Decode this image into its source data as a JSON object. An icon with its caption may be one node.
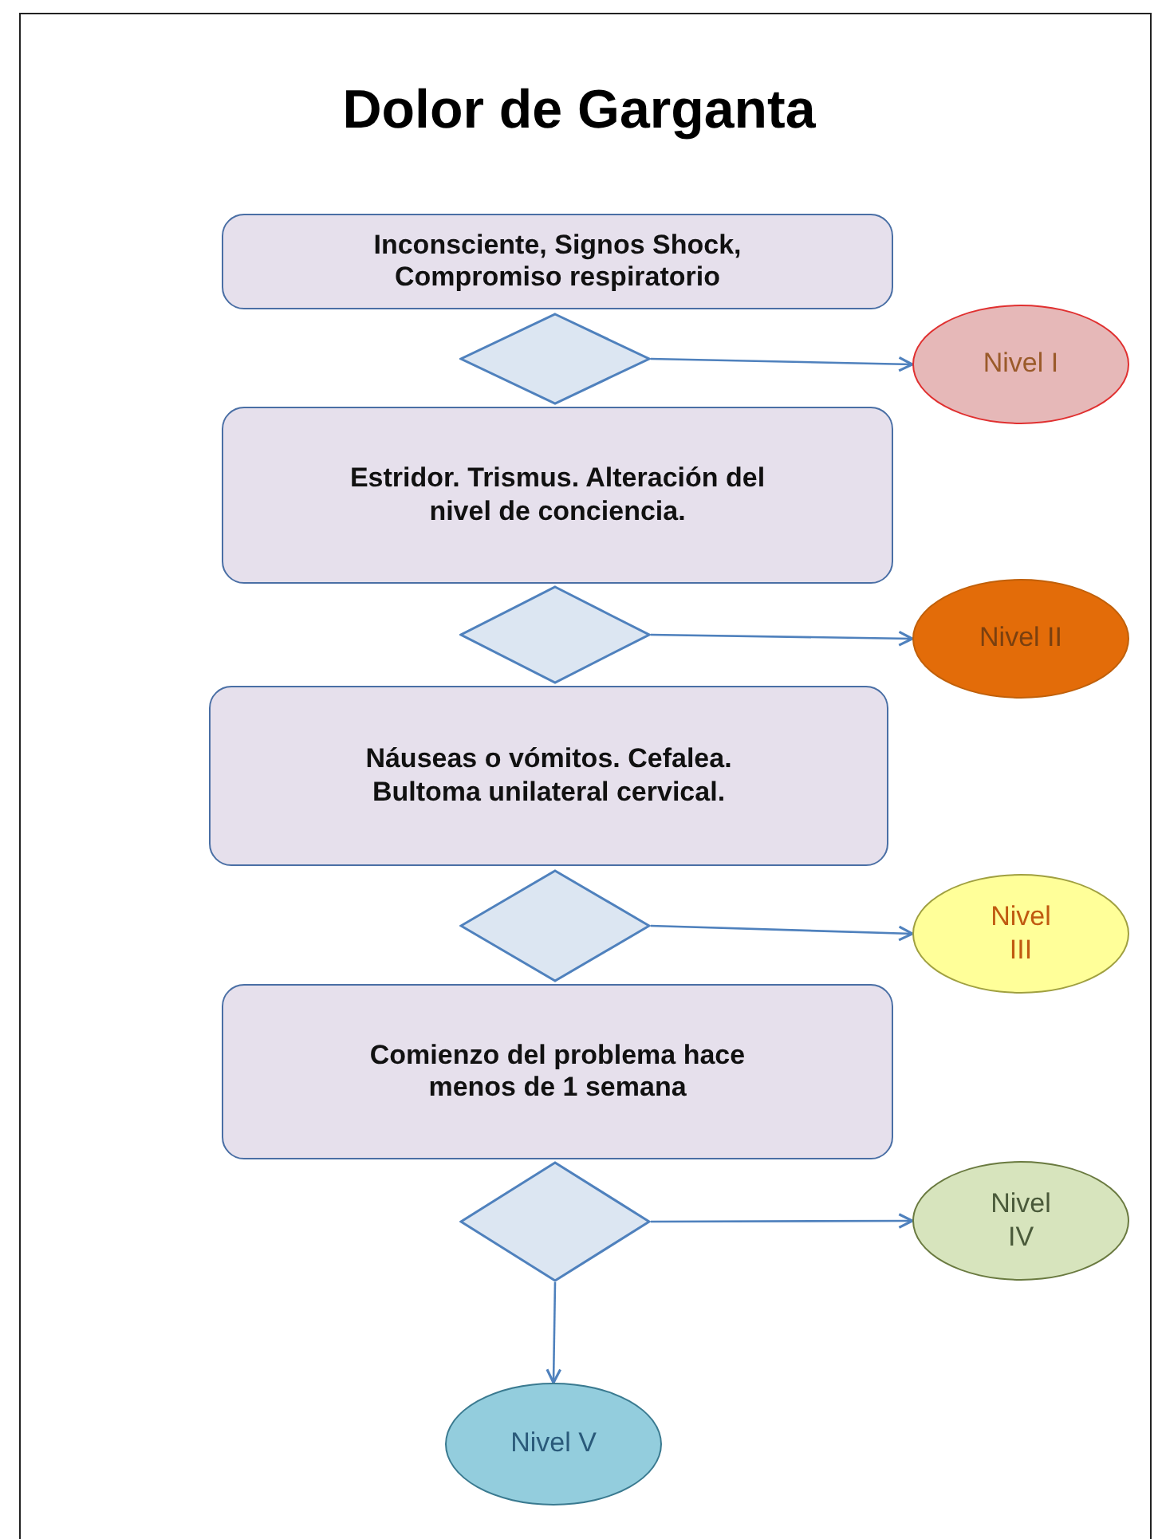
{
  "diagram": {
    "title": "Dolor de Garganta",
    "nodes": [
      {
        "text": [
          "Inconsciente, Signos Shock, Compromiso respiratorio"
        ]
      },
      {
        "text": [],
        "shape": "diamond"
      },
      {
        "text": [
          "Nivel I"
        ]
      },
      {
        "text": [
          "Estridor. Trismus. Alteración del nivel de conciencia."
        ]
      },
      {
        "text": [],
        "shape": "diamond"
      },
      {
        "text": [
          "Nivel II"
        ]
      },
      {
        "text": [
          "Náuseas o vómitos. Cefalea. Bultoma unilateral cervical."
        ]
      },
      {
        "text": [],
        "shape": "diamond"
      },
      {
        "text": [
          "Nivel III"
        ]
      },
      {
        "text": [
          "Comienzo del problema hace menos de 1 semana"
        ]
      },
      {
        "text": [],
        "shape": "diamond"
      },
      {
        "text": [
          "Nivel IV"
        ]
      },
      {
        "text": [
          "Nivel V"
        ]
      }
    ],
    "edges": [
      {
        "from": 1,
        "to": 2,
        "arrow": "to"
      },
      {
        "from": 4,
        "to": 5,
        "arrow": "to"
      },
      {
        "from": 7,
        "to": 8,
        "arrow": "to"
      },
      {
        "from": 10,
        "to": 11,
        "arrow": "to"
      },
      {
        "from": 10,
        "to": 12,
        "arrow": "to"
      }
    ]
  }
}
